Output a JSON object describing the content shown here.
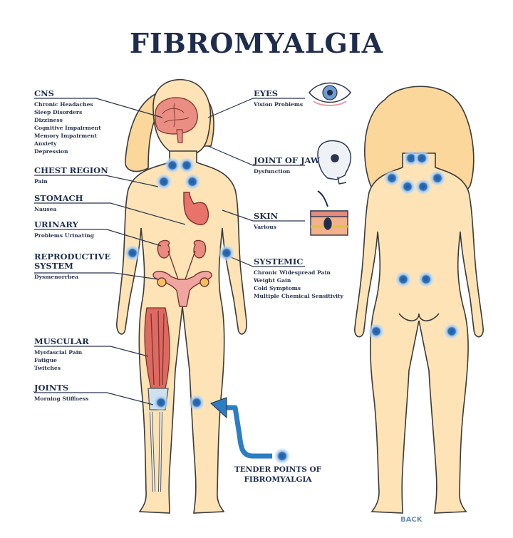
{
  "title": "FIBROMYALGIA",
  "left_labels": [
    {
      "id": "cns",
      "heading": "CNS",
      "items": "Chronic Headaches\nSleep Disorders\nDizziness\nCognitive Impairment\nMemory Impairment\nAnxiety\nDepression"
    },
    {
      "id": "chest",
      "heading": "CHEST REGION",
      "items": "Pain"
    },
    {
      "id": "stomach",
      "heading": "STOMACH",
      "items": "Nausea"
    },
    {
      "id": "urinary",
      "heading": "URINARY",
      "items": "Problems Urinating"
    },
    {
      "id": "reproductive",
      "heading": "REPRODUCTIVE\nSYSTEM",
      "items": "Dysmenorrhea"
    },
    {
      "id": "muscular",
      "heading": "MUSCULAR",
      "items": "Myofascial Pain\nFatigue\nTwitches"
    },
    {
      "id": "joints",
      "heading": "JOINTS",
      "items": "Morning Stiffness"
    }
  ],
  "right_labels": [
    {
      "id": "eyes",
      "heading": "EYES",
      "items": "Vision Problems"
    },
    {
      "id": "jaw",
      "heading": "JOINT OF JAW",
      "items": "Dysfunction"
    },
    {
      "id": "skin",
      "heading": "SKIN",
      "items": "Various"
    },
    {
      "id": "systemic",
      "heading": "SYSTEMIC",
      "items": "Chronic Widespread Pain\nWeight Gain\nCold Symptoms\nMultiple Chemical Sensitivity"
    }
  ],
  "tender_points_label": "TENDER POINTS OF\nFIBROMYALGIA",
  "back_label": "BACK",
  "colors": {
    "skin": "#fde3b5",
    "outline": "#3a3a3a",
    "tender_point": "#2f6fb3",
    "brain": "#e98a80",
    "muscle": "#d9645f",
    "arrow": "#2c7dc4"
  }
}
